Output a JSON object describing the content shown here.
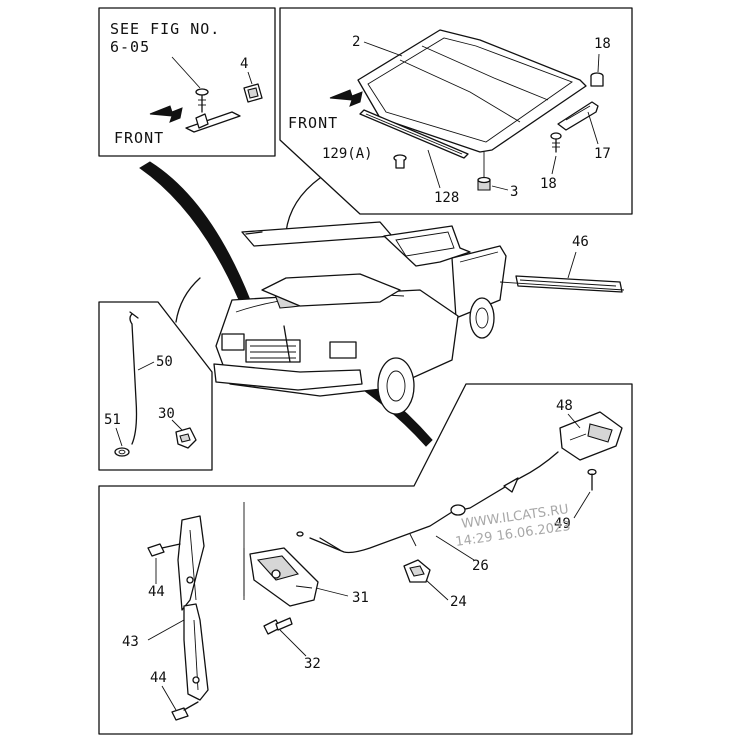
{
  "see_fig": {
    "line1": "SEE FIG NO.",
    "line2": "6-05"
  },
  "front_labels": [
    "FRONT",
    "FRONT"
  ],
  "callouts": {
    "n2": "2",
    "n4": "4",
    "n18a": "18",
    "n18b": "18",
    "n17": "17",
    "n129": "129(A)",
    "n128": "128",
    "n3": "3",
    "n46": "46",
    "n50": "50",
    "n51": "51",
    "n30": "30",
    "n48": "48",
    "n49": "49",
    "n26": "26",
    "n24": "24",
    "n31": "31",
    "n32": "32",
    "n43": "43",
    "n44a": "44",
    "n44b": "44"
  },
  "watermark": {
    "line1": "WWW.ILCATS.RU",
    "line2": "14:29 16.06.2023"
  }
}
